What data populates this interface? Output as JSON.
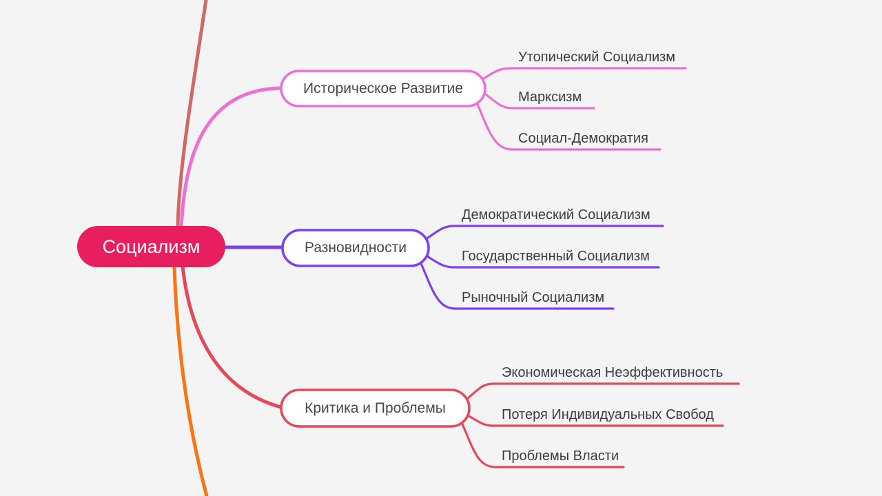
{
  "canvas": {
    "background": "#f4f4f5"
  },
  "root": {
    "label": "Социализм",
    "color": "#e91e5f",
    "text_color": "#ffffff"
  },
  "branches": [
    {
      "label": "Историческое Развитие",
      "color": "#ea70d5",
      "children": [
        {
          "label": "Утопический Социализм"
        },
        {
          "label": "Марксизм"
        },
        {
          "label": "Социал-Демократия"
        }
      ]
    },
    {
      "label": "Разновидности",
      "color": "#7e40e9",
      "children": [
        {
          "label": "Демократический Социализм"
        },
        {
          "label": "Государственный Социализм"
        },
        {
          "label": "Рыночный Социализм"
        }
      ]
    },
    {
      "label": "Критика и Проблемы",
      "color": "#e4485a",
      "children": [
        {
          "label": "Экономическая Неэффективность"
        },
        {
          "label": "Потеря Индивидуальных Свобод"
        },
        {
          "label": "Проблемы Власти"
        }
      ]
    }
  ],
  "offscreen_branches": [
    {
      "direction": "top",
      "color": "#cc6a6a"
    },
    {
      "direction": "bottom",
      "color": "#f97412"
    }
  ]
}
